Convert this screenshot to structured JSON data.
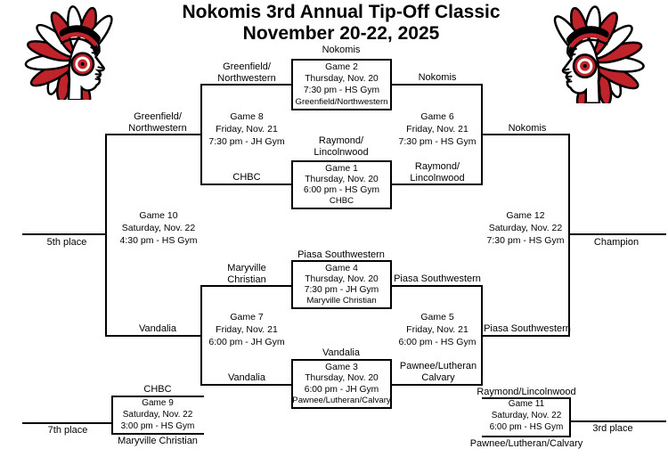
{
  "title": {
    "line1": "Nokomis 3rd Annual Tip-Off Classic",
    "line2": "November 20-22, 2025"
  },
  "colors": {
    "background": "#ffffff",
    "ink": "#000000",
    "mascot_red": "#c1232b"
  },
  "icons": {
    "left_logo": "chief-head-icon",
    "right_logo": "chief-head-icon-mirrored"
  },
  "bracket": {
    "boxes": {
      "g2": {
        "seed_top": "Nokomis",
        "num": "Game 2",
        "date": "Thursday, Nov. 20",
        "time": "7:30 pm - HS Gym",
        "seed_bottom": "Greenfield/Northwestern"
      },
      "g1": {
        "seed_top": "Raymond/\nLincolnwood",
        "num": "Game 1",
        "date": "Thursday, Nov. 20",
        "time": "6:00 pm - HS Gym",
        "seed_bottom": "CHBC"
      },
      "g4": {
        "seed_top": "Piasa Southwestern",
        "num": "Game 4",
        "date": "Thursday, Nov. 20",
        "time": "7:30 pm - JH Gym",
        "seed_bottom": "Maryville Christian"
      },
      "g3": {
        "seed_top": "Vandalia",
        "num": "Game 3",
        "date": "Thursday, Nov. 20",
        "time": "6:00 pm - JH Gym",
        "seed_bottom": "Pawnee/Lutheran/Calvary"
      }
    },
    "games": {
      "g8": {
        "num": "Game 8",
        "date": "Friday, Nov. 21",
        "time": "7:30 pm - JH Gym",
        "top": "Greenfield/\nNorthwestern",
        "bottom": "CHBC",
        "winner": "Greenfield/\nNorthwestern"
      },
      "g6": {
        "num": "Game 6",
        "date": "Friday, Nov. 21",
        "time": "7:30 pm - HS Gym",
        "top": "Nokomis",
        "bottom": "Raymond/\nLincolnwood",
        "winner": "Nokomis"
      },
      "g7": {
        "num": "Game 7",
        "date": "Friday, Nov. 21",
        "time": "6:00 pm - JH Gym",
        "top": "Maryville\nChristian",
        "bottom": "Vandalia",
        "winner": "Vandalia"
      },
      "g5": {
        "num": "Game 5",
        "date": "Friday, Nov. 21",
        "time": "6:00 pm - HS Gym",
        "top": "Piasa Southwestern",
        "bottom": "Pawnee/Lutheran\nCalvary",
        "winner": "Piasa Southwestern"
      },
      "g10": {
        "num": "Game 10",
        "date": "Saturday, Nov. 22",
        "time": "4:30 pm - HS Gym",
        "placement": "5th place"
      },
      "g12": {
        "num": "Game 12",
        "date": "Saturday, Nov. 22",
        "time": "7:30 pm - HS Gym",
        "placement": "Champion"
      },
      "g9": {
        "num": "Game 9",
        "date": "Saturday, Nov. 22",
        "time": "3:00 pm - HS Gym",
        "top": "CHBC",
        "bottom": "Maryville Christian",
        "placement": "7th place"
      },
      "g11": {
        "num": "Game 11",
        "date": "Saturday, Nov. 22",
        "time": "6:00 pm - HS Gym",
        "top": "Raymond/Lincolnwood",
        "bottom": "Pawnee/Lutheran/Calvary",
        "placement": "3rd place"
      }
    }
  }
}
